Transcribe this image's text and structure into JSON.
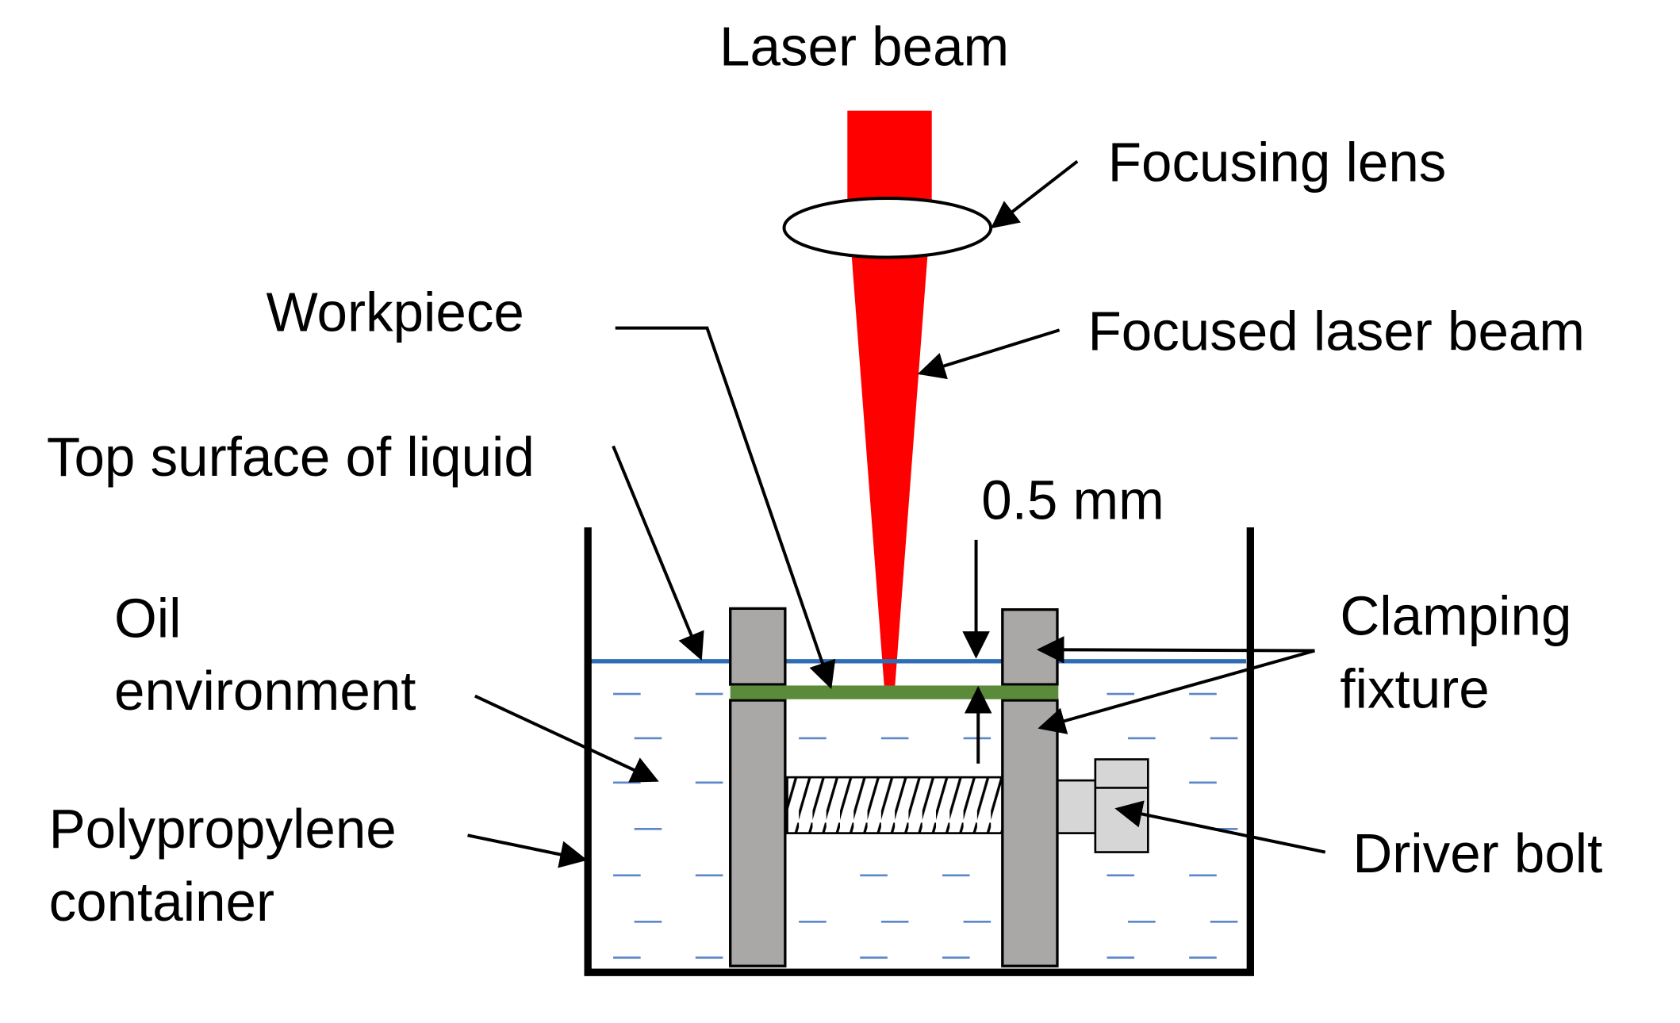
{
  "labels": {
    "laser_beam": "Laser beam",
    "focusing_lens": "Focusing lens",
    "workpiece": "Workpiece",
    "focused_laser_beam": "Focused laser beam",
    "top_surface_of_liquid": "Top surface of liquid",
    "gap": "0.5 mm",
    "oil_environment_line1": "Oil",
    "oil_environment_line2": "environment",
    "clamping_fixture_line1": "Clamping",
    "clamping_fixture_line2": "fixture",
    "polypropylene_container_line1": "Polypropylene",
    "polypropylene_container_line2": "container",
    "driver_bolt": "Driver bolt"
  },
  "colors": {
    "laser": "#ff0000",
    "liquid_surface": "#2e6db5",
    "oil_dashes": "#5b86c8",
    "workpiece": "#5a8a3a",
    "fixture": "#aaa7a7",
    "bolt_head": "#d6d6d6"
  }
}
